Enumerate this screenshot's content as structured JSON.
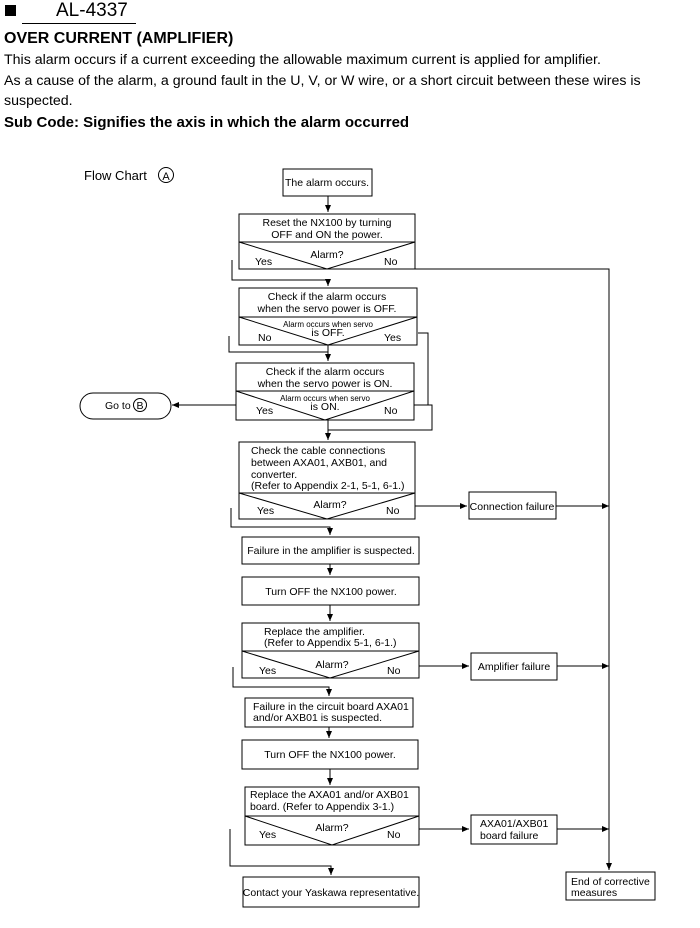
{
  "header": {
    "code": "AL-4337",
    "title": "OVER CURRENT (AMPLIFIER)",
    "desc1": "This alarm occurs if a current exceeding the allowable maximum current is applied for amplifier.",
    "desc2": "As a cause of the alarm, a ground fault in the U, V, or W wire, or a short circuit between these wires is",
    "desc3": "suspected.",
    "subcode": "Sub Code: Signifies the axis in which the alarm occurred"
  },
  "flow": {
    "label": "Flow Chart",
    "label_circle": "A",
    "start": "The alarm occurs.",
    "reset": [
      "Reset the NX100 by turning",
      "OFF and ON the power."
    ],
    "q_alarm": "Alarm?",
    "yes": "Yes",
    "no": "No",
    "servo_off": [
      "Check if the alarm occurs",
      "when the servo power is OFF."
    ],
    "q_off": [
      "Alarm occurs when servo",
      "is OFF."
    ],
    "servo_on": [
      "Check if the alarm occurs",
      "when the servo power is ON."
    ],
    "q_on": [
      "Alarm occurs when servo",
      "is ON."
    ],
    "goto": "Go to",
    "goto_circle": "B",
    "cable": [
      "Check the cable connections",
      "between AXA01, AXB01, and",
      "converter.",
      "(Refer to Appendix 2-1, 5-1, 6-1.)"
    ],
    "conn_fail": "Connection failure",
    "amp_suspect": "Failure in the amplifier is suspected.",
    "turn_off_1": "Turn OFF the NX100 power.",
    "replace_amp": [
      "Replace the amplifier.",
      "(Refer to Appendix 5-1, 6-1.)"
    ],
    "amp_fail": "Amplifier failure",
    "board_suspect": [
      "Failure in the circuit board AXA01",
      "and/or AXB01 is suspected."
    ],
    "turn_off_2": "Turn OFF the NX100 power.",
    "replace_board": [
      "Replace the AXA01 and/or AXB01",
      "board.  (Refer to Appendix 3-1.)"
    ],
    "board_fail": [
      "AXA01/AXB01",
      "board failure"
    ],
    "contact": "Contact your Yaskawa representative.",
    "end": [
      "End of corrective",
      "measures"
    ]
  }
}
